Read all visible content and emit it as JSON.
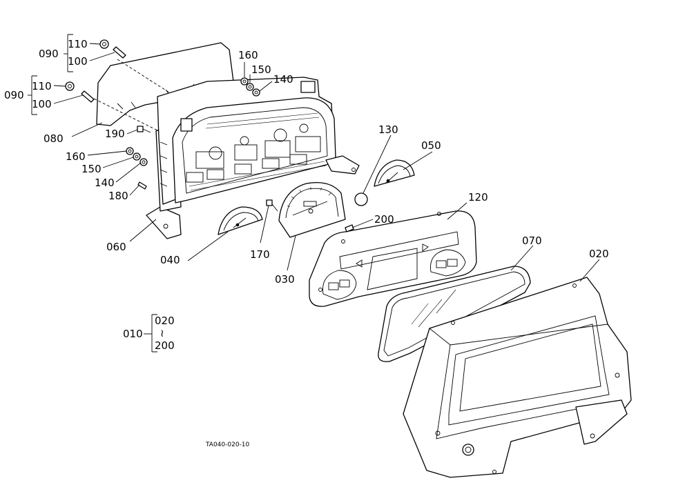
{
  "labels": {
    "l010": "010",
    "l020": "020",
    "l020_tilde": "≀",
    "l200_range": "200",
    "l020_part": "020",
    "l030": "030",
    "l040": "040",
    "l050": "050",
    "l060": "060",
    "l070": "070",
    "l080": "080",
    "l090a": "090",
    "l090b": "090",
    "l100a": "100",
    "l100b": "100",
    "l110a": "110",
    "l110b": "110",
    "l120": "120",
    "l130": "130",
    "l140a": "140",
    "l140b": "140",
    "l150a": "150",
    "l150b": "150",
    "l160a": "160",
    "l160b": "160",
    "l170": "170",
    "l180": "180",
    "l190": "190",
    "l200": "200"
  },
  "drawing_code": "TA040-020-10"
}
